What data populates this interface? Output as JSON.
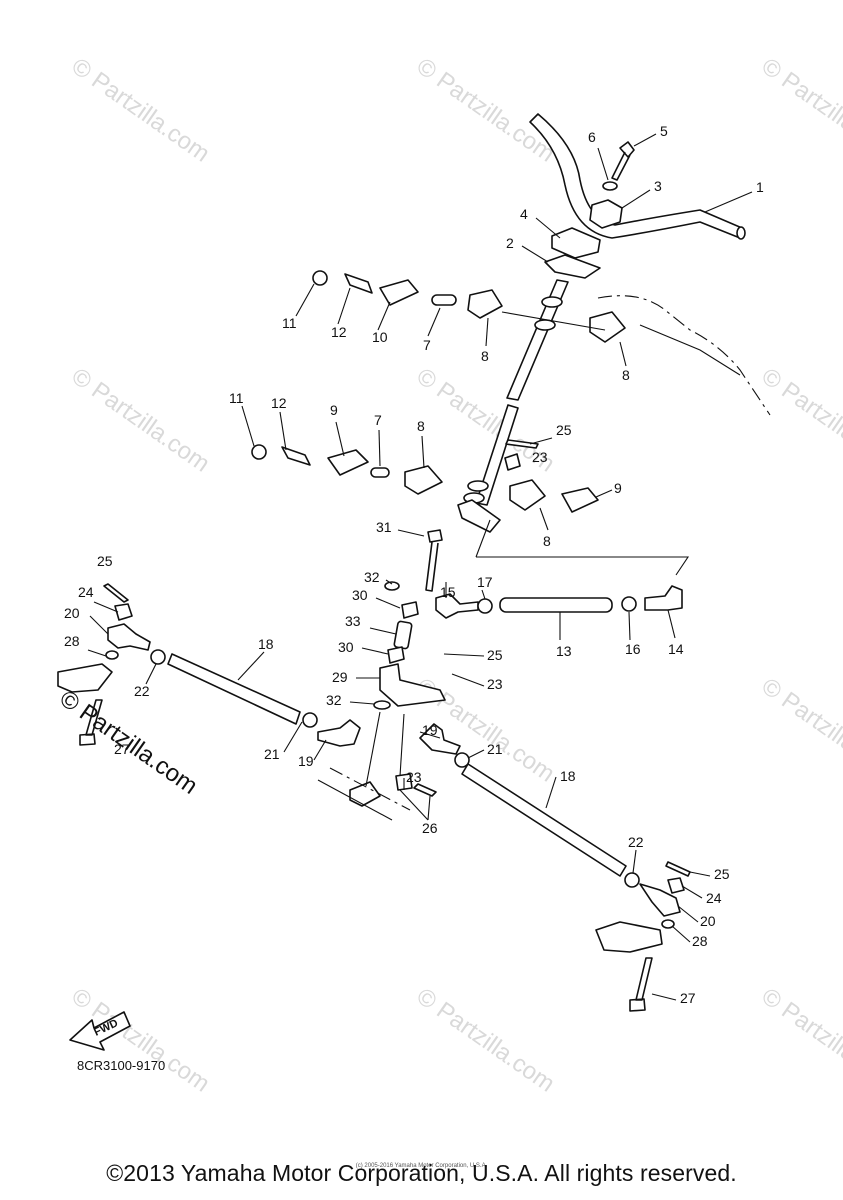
{
  "diagram": {
    "code": "8CR3100-9170",
    "copyright": "©2013 Yamaha Motor Corporation, U.S.A. All rights reserved.",
    "small_copyright": "(c) 2005-2016 Yamaha Motor Corporation, U.S.A.",
    "watermark": "© Partzilla.com",
    "brand_mark": "© Partzilla.com",
    "fwd_label": "FWD"
  },
  "callouts": [
    {
      "id": "c1",
      "text": "1"
    },
    {
      "id": "c2",
      "text": "2"
    },
    {
      "id": "c3",
      "text": "3"
    },
    {
      "id": "c4",
      "text": "4"
    },
    {
      "id": "c5",
      "text": "5"
    },
    {
      "id": "c6",
      "text": "6"
    },
    {
      "id": "c7a",
      "text": "7"
    },
    {
      "id": "c7b",
      "text": "7"
    },
    {
      "id": "c8a",
      "text": "8"
    },
    {
      "id": "c8b",
      "text": "8"
    },
    {
      "id": "c8c",
      "text": "8"
    },
    {
      "id": "c8d",
      "text": "8"
    },
    {
      "id": "c9a",
      "text": "9"
    },
    {
      "id": "c9b",
      "text": "9"
    },
    {
      "id": "c10",
      "text": "10"
    },
    {
      "id": "c11a",
      "text": "11"
    },
    {
      "id": "c11b",
      "text": "11"
    },
    {
      "id": "c12a",
      "text": "12"
    },
    {
      "id": "c12b",
      "text": "12"
    },
    {
      "id": "c13",
      "text": "13"
    },
    {
      "id": "c14",
      "text": "14"
    },
    {
      "id": "c15",
      "text": "15"
    },
    {
      "id": "c16",
      "text": "16"
    },
    {
      "id": "c17",
      "text": "17"
    },
    {
      "id": "c18a",
      "text": "18"
    },
    {
      "id": "c18b",
      "text": "18"
    },
    {
      "id": "c19a",
      "text": "19"
    },
    {
      "id": "c19b",
      "text": "19"
    },
    {
      "id": "c20a",
      "text": "20"
    },
    {
      "id": "c20b",
      "text": "20"
    },
    {
      "id": "c21a",
      "text": "21"
    },
    {
      "id": "c21b",
      "text": "21"
    },
    {
      "id": "c22a",
      "text": "22"
    },
    {
      "id": "c22b",
      "text": "22"
    },
    {
      "id": "c23a",
      "text": "23"
    },
    {
      "id": "c23b",
      "text": "23"
    },
    {
      "id": "c23c",
      "text": "23"
    },
    {
      "id": "c24a",
      "text": "24"
    },
    {
      "id": "c24b",
      "text": "24"
    },
    {
      "id": "c25a",
      "text": "25"
    },
    {
      "id": "c25b",
      "text": "25"
    },
    {
      "id": "c25c",
      "text": "25"
    },
    {
      "id": "c25d",
      "text": "25"
    },
    {
      "id": "c26",
      "text": "26"
    },
    {
      "id": "c27a",
      "text": "27"
    },
    {
      "id": "c27b",
      "text": "27"
    },
    {
      "id": "c28a",
      "text": "28"
    },
    {
      "id": "c28b",
      "text": "28"
    },
    {
      "id": "c29",
      "text": "29"
    },
    {
      "id": "c30a",
      "text": "30"
    },
    {
      "id": "c30b",
      "text": "30"
    },
    {
      "id": "c31",
      "text": "31"
    },
    {
      "id": "c32a",
      "text": "32"
    },
    {
      "id": "c32b",
      "text": "32"
    },
    {
      "id": "c33",
      "text": "33"
    }
  ]
}
